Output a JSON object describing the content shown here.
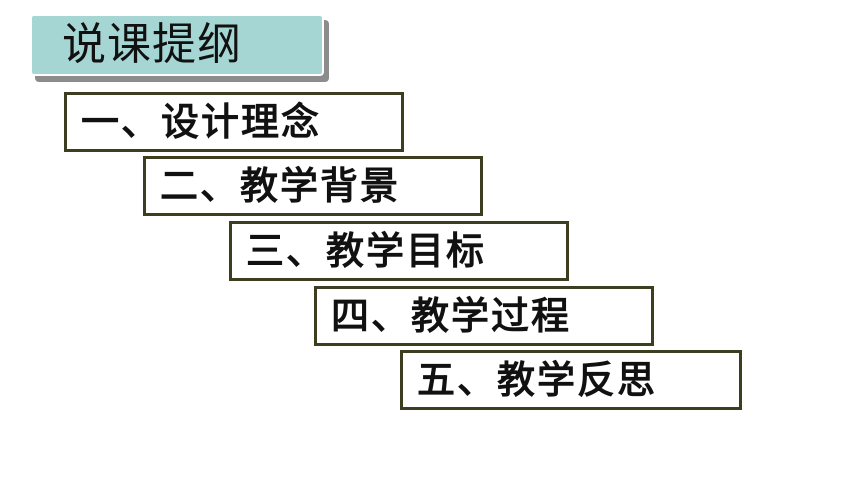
{
  "title": "说课提纲",
  "steps": [
    "一、设计理念",
    "二、教学背景",
    "三、教学目标",
    "四、教学过程",
    "五、教学反思"
  ],
  "colors": {
    "title_bg": "#a6d6d3",
    "title_shadow": "#8c8c8c",
    "step_border": "#3d3d1f",
    "text": "#111111"
  }
}
